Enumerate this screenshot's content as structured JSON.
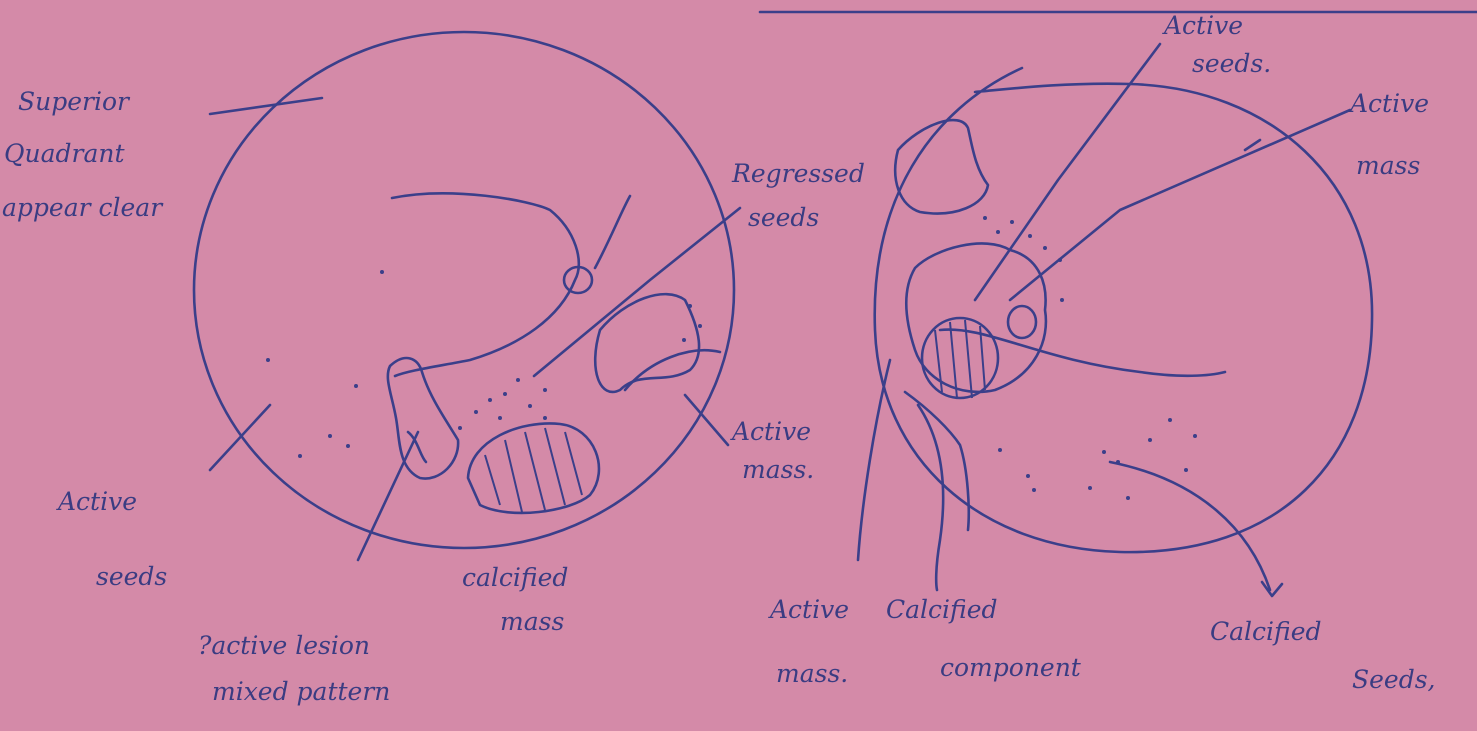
{
  "colors": {
    "paper": "#d48aa8",
    "ink": "#3b3f8a"
  },
  "left_diagram": {
    "labels": {
      "superior_1": "Superior",
      "superior_2": "Quadrant",
      "superior_3": "appear clear",
      "regressed_1": "Regressed",
      "regressed_2": "seeds",
      "active_mass_1": "Active",
      "active_mass_2": "mass.",
      "active_seeds_1": "Active",
      "active_seeds_2": "seeds",
      "lesion_1": "?active lesion",
      "lesion_2": "mixed pattern",
      "calcified_1": "calcified",
      "calcified_2": "mass"
    }
  },
  "right_diagram": {
    "labels": {
      "active_seeds_1": "Active",
      "active_seeds_2": "seeds.",
      "active_mass_1": "Active",
      "active_mass_2": "mass",
      "bottom_mass_1": "Active",
      "bottom_mass_2": "mass.",
      "calc_comp_1": "Calcified",
      "calc_comp_2": "component",
      "calc_seeds_1": "Calcified",
      "calc_seeds_2": "Seeds,"
    }
  }
}
